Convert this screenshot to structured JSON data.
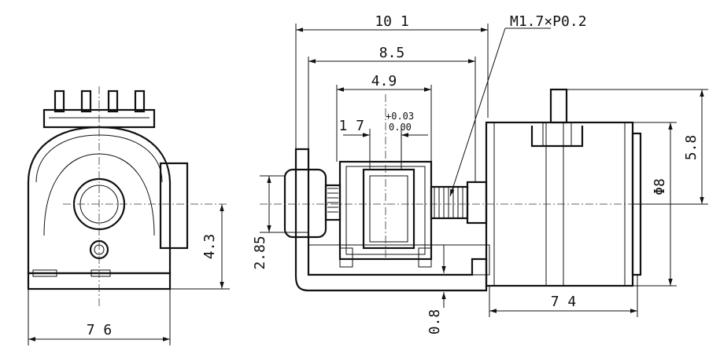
{
  "drawing": {
    "dimensions": {
      "front_width": "7 6",
      "front_height": "4.3",
      "overall_length": "10 1",
      "bracket_length": "8.5",
      "inner_length": "4.9",
      "slot_width": "1 7",
      "tol_upper": "+0.03",
      "tol_lower": "0.00",
      "thread": "M1.7×P0.2",
      "shaft_offset": "2.85",
      "plate_thickness": "0.8",
      "motor_length": "7 4",
      "motor_height": "5.8",
      "motor_diameter": "Φ8"
    }
  }
}
